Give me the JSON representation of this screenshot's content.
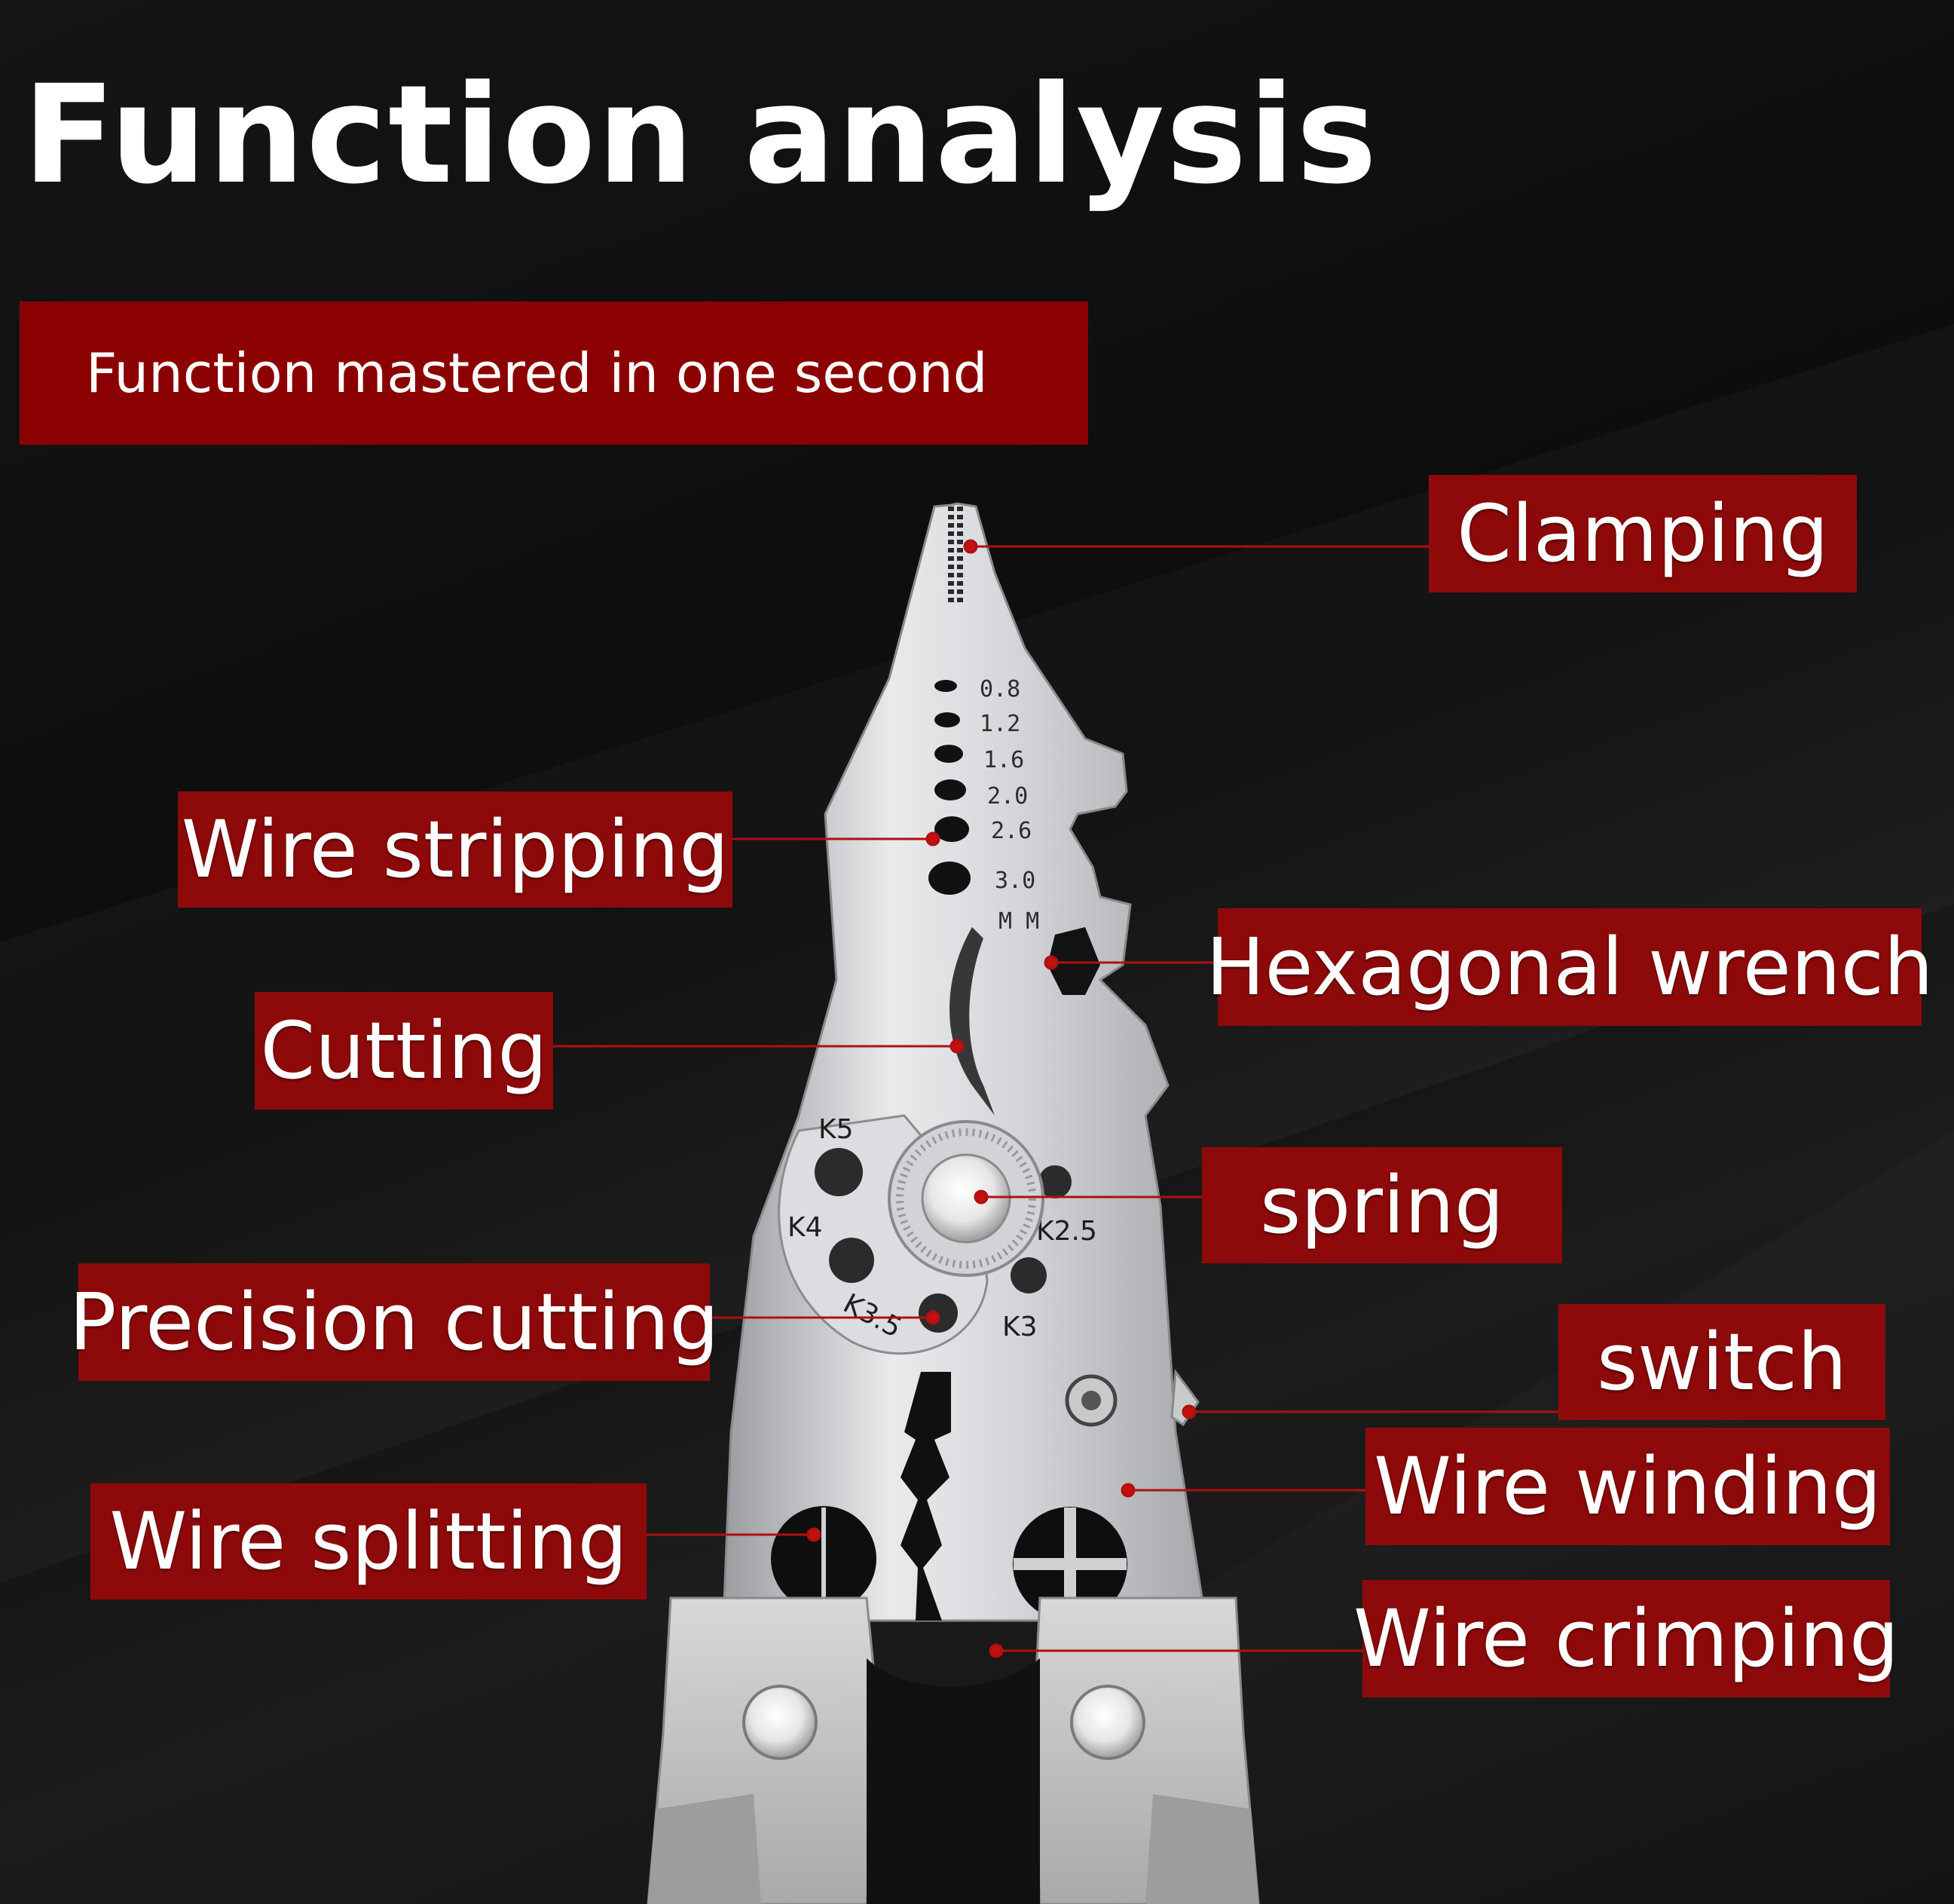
{
  "title": "Function analysis",
  "subtitle": "Function mastered in one second",
  "colors": {
    "background": "#111111",
    "label_bg": "#8e0a0a",
    "text": "#ffffff",
    "leader_line": "#b01010"
  },
  "labels": {
    "clamping": "Clamping",
    "wire_stripping": "Wire stripping",
    "hexagonal_wrench": "Hexagonal wrench",
    "cutting": "Cutting",
    "spring": "spring",
    "precision_cutting": "Precision cutting",
    "switch": "switch",
    "wire_winding": "Wire winding",
    "wire_splitting": "Wire splitting",
    "wire_crimping": "Wire crimping"
  },
  "tool_markings": {
    "gauges": [
      "0.8",
      "1.2",
      "1.6",
      "2.0",
      "2.6",
      "3.0"
    ],
    "unit": "M M",
    "k5": "K5",
    "k4": "K4",
    "k2_5": "K2.5",
    "k3_5": "K3.5",
    "k3": "K3"
  }
}
